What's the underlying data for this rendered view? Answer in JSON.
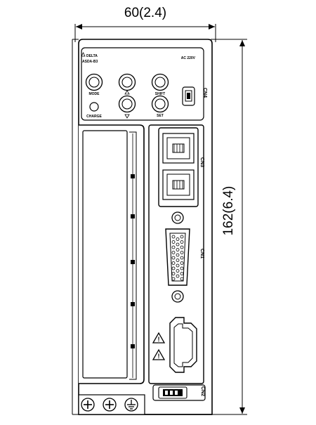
{
  "dimensions": {
    "width_label": "60(2.4)",
    "height_label": "162(6.4)"
  },
  "panel": {
    "brand": "DELTA",
    "model": "ASDA-B3",
    "voltage": "AC 220V",
    "buttons": {
      "mode": "MODE",
      "shift": "SHIFT",
      "set": "SET",
      "charge": "CHARGE"
    },
    "connectors": {
      "cn4": "CN4",
      "cn3": "CN3",
      "cn1": "CN1",
      "cn2": "CN2"
    }
  }
}
